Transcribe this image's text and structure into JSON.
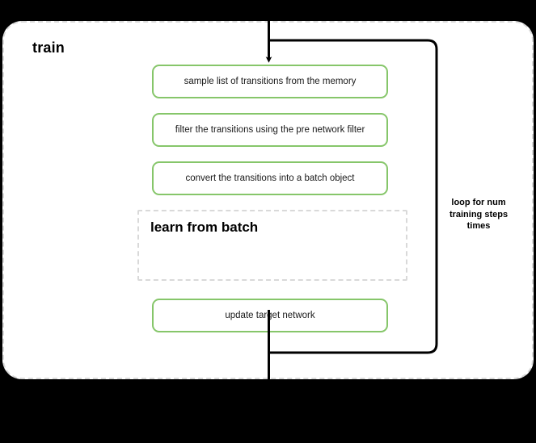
{
  "diagram": {
    "title": "train",
    "background_color": "#000000",
    "container_color": "#ffffff",
    "accent_color": "#86c66a",
    "dashed_border_color": "#d9d9d9",
    "line_color": "#000000"
  },
  "steps": [
    {
      "label": "sample list of transitions from the memory"
    },
    {
      "label": "filter the transitions using the pre network filter"
    },
    {
      "label": "convert the transitions into a batch object"
    },
    {
      "label": "update target network"
    }
  ],
  "group": {
    "title": "learn from batch"
  },
  "loop": {
    "label": "loop for num training steps times",
    "line1": "loop for num",
    "line2": "training steps",
    "line3": "times"
  }
}
